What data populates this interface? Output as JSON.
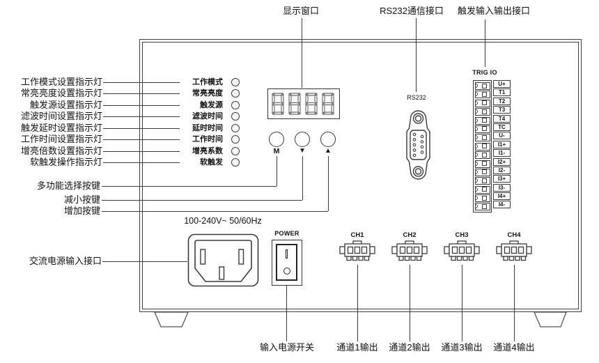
{
  "callouts": {
    "top": [
      {
        "label": "显示窗口"
      },
      {
        "label": "RS232通信接口"
      },
      {
        "label": "触发输入输出接口"
      }
    ],
    "left": [
      "工作模式设置指示灯",
      "常亮亮度设置指示灯",
      "触发源设置指示灯",
      "滤波时间设置指示灯",
      "触发延时设置指示灯",
      "工作时间设置指示灯",
      "增亮倍数设置指示灯",
      "软触发操作指示灯"
    ],
    "buttons": [
      "多功能选择按键",
      "减小按键",
      "增加按键"
    ],
    "ac_input_label": "交流电源输入接口",
    "power_switch_label": "输入电源开关",
    "channel_output_labels": [
      "通道1输出",
      "通道2输出",
      "通道3输出",
      "通道4输出"
    ]
  },
  "panel": {
    "indicator_labels": [
      "工作模式",
      "常亮亮度",
      "触发源",
      "滤波时间",
      "延时时间",
      "工作时间",
      "增亮系数",
      "软触发"
    ],
    "display": {
      "value": "8888"
    },
    "buttons": [
      {
        "label": "M"
      },
      {
        "label": "▼"
      },
      {
        "label": "▲"
      }
    ],
    "power": {
      "rating": "100-240V~ 50/60Hz",
      "label": "POWER",
      "switch_markings": [
        "I",
        "O"
      ]
    },
    "rs232_label": "RS232",
    "trig_io": {
      "label": "TRIG IO",
      "terminals": [
        "U+",
        "T1",
        "T2",
        "T3",
        "T4",
        "TC",
        "U-",
        "I1+",
        "I1-",
        "I2+",
        "I2-",
        "I3+",
        "I3-",
        "I4+",
        "I4-"
      ]
    },
    "channel_labels": [
      "CH1",
      "CH2",
      "CH3",
      "CH4"
    ]
  },
  "colors": {
    "line": "#3a3a3a",
    "text": "#111111",
    "background": "#ffffff"
  }
}
